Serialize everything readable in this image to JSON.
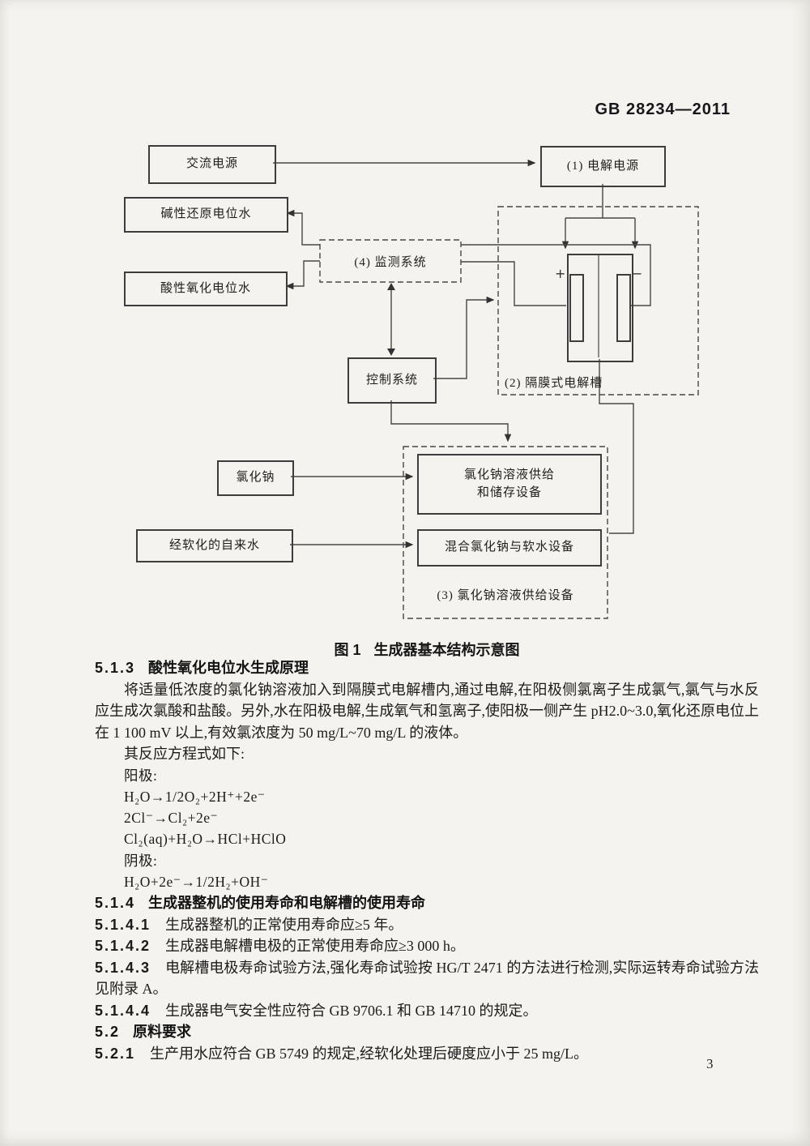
{
  "header": {
    "standard_code": "GB 28234—2011"
  },
  "figure": {
    "caption": {
      "num": "图 1",
      "title": "生成器基本结构示意图"
    },
    "boxes": {
      "ac_power": "交流电源",
      "electrolysis_power": "(1) 电解电源",
      "alkaline_water": "碱性还原电位水",
      "acidic_water": "酸性氧化电位水",
      "monitoring_system": "(4) 监测系统",
      "cell_group": "(2) 隔膜式电解槽",
      "control_system": "控制系统",
      "nacl": "氯化钠",
      "softened_water": "经软化的自来水",
      "supply_group": "(3) 氯化钠溶液供给设备",
      "nacl_supply_line1": "氯化钠溶液供给",
      "nacl_supply_line2": "和储存设备",
      "mixing_equipment": "混合氯化钠与软水设备",
      "anode_sign": "+",
      "cathode_sign": "−"
    }
  },
  "sections": {
    "s513": {
      "num": "5.1.3",
      "title": "酸性氧化电位水生成原理"
    },
    "s513_para": "将适量低浓度的氯化钠溶液加入到隔膜式电解槽内,通过电解,在阳极侧氯离子生成氯气,氯气与水反应生成次氯酸和盐酸。另外,水在阳极电解,生成氧气和氢离子,使阳极一侧产生 pH2.0~3.0,氧化还原电位上在 1 100 mV 以上,有效氯浓度为 50 mg/L~70 mg/L 的液体。",
    "s513_intro": "其反应方程式如下:",
    "equations": {
      "anode_label": "阳极:",
      "anode_1": "H₂O→1/2O₂+2H⁺+2e⁻",
      "anode_2": "2Cl⁻→Cl₂+2e⁻",
      "anode_3": "Cl₂(aq)+H₂O→HCl+HClO",
      "cathode_label": "阴极:",
      "cathode_1": "H₂O+2e⁻→1/2H₂+OH⁻"
    },
    "s514": {
      "num": "5.1.4",
      "title": "生成器整机的使用寿命和电解槽的使用寿命"
    },
    "s5141": {
      "num": "5.1.4.1",
      "text": "生成器整机的正常使用寿命应≥5 年。"
    },
    "s5142": {
      "num": "5.1.4.2",
      "text": "生成器电解槽电极的正常使用寿命应≥3 000 h。"
    },
    "s5143": {
      "num": "5.1.4.3",
      "text": "电解槽电极寿命试验方法,强化寿命试验按 HG/T 2471 的方法进行检测,实际运转寿命试验方法见附录 A。"
    },
    "s5144": {
      "num": "5.1.4.4",
      "text": "生成器电气安全性应符合 GB 9706.1 和 GB 14710 的规定。"
    },
    "s52": {
      "num": "5.2",
      "title": "原料要求"
    },
    "s521": {
      "num": "5.2.1",
      "text": "生产用水应符合 GB 5749 的规定,经软化处理后硬度应小于 25 mg/L。"
    }
  },
  "footer": {
    "page_number": "3"
  }
}
